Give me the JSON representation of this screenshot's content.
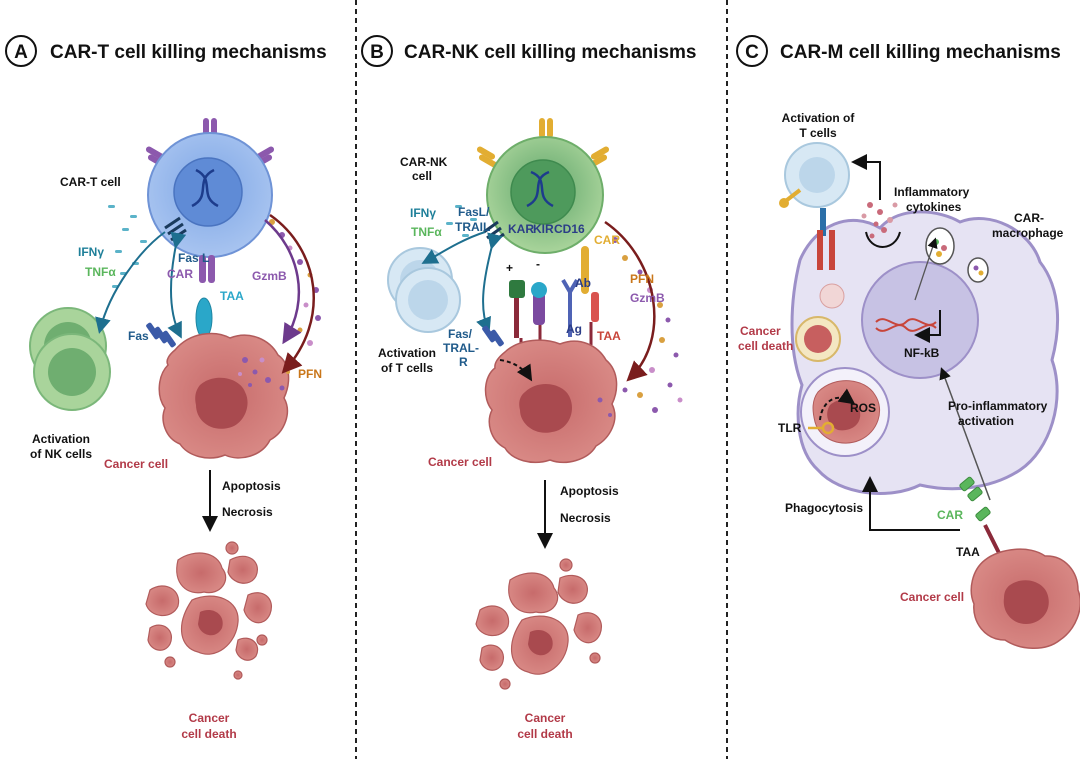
{
  "panels": [
    {
      "letter": "A",
      "title": "CAR-T cell killing mechanisms"
    },
    {
      "letter": "B",
      "title": "CAR-NK cell killing mechanisms"
    },
    {
      "letter": "C",
      "title": "CAR-M cell killing mechanisms"
    }
  ],
  "panel_a": {
    "car_t_cell": "CAR-T cell",
    "ifn": "IFNγ",
    "tnf": "TNFα",
    "fasl": "Fas L",
    "car": "CAR",
    "taa": "TAA",
    "gzmb": "GzmB",
    "fas": "Fas",
    "pfn": "PFN",
    "activation_1": "Activation",
    "activation_2": "of NK cells",
    "cancer_cell": "Cancer cell",
    "apoptosis": "Apoptosis",
    "necrosis": "Necrosis",
    "death_1": "Cancer",
    "death_2": "cell death"
  },
  "panel_b": {
    "car_nk_1": "CAR-NK",
    "car_nk_2": "cell",
    "ifn": "IFNγ",
    "tnf": "TNFα",
    "fasl_1": "FasL/",
    "fasl_2": "TRAIL",
    "kar": "KAR",
    "kir": "KIR",
    "cd16": "CD16",
    "car": "CAR",
    "plus": "+",
    "minus": "-",
    "ab": "Ab",
    "ag": "Ag",
    "pfn": "PFN",
    "gzmb": "GzmB",
    "taa": "TAA",
    "fas_1": "Fas/",
    "fas_2": "TRAL-",
    "fas_3": "R",
    "activation_1": "Activation",
    "activation_2": "of T cells",
    "cancer_cell": "Cancer cell",
    "apoptosis": "Apoptosis",
    "necrosis": "Necrosis",
    "death_1": "Cancer",
    "death_2": "cell death"
  },
  "panel_c": {
    "activation_1": "Activation of",
    "activation_2": "T cells",
    "cytokines_1": "Inflammatory",
    "cytokines_2": "cytokines",
    "macrophage_1": "CAR-",
    "macrophage_2": "macrophage",
    "death_1": "Cancer",
    "death_2": "cell death",
    "nfkb": "NF-kB",
    "ros": "ROS",
    "tlr": "TLR",
    "pro_1": "Pro-inflammatory",
    "pro_2": "activation",
    "phagocytosis": "Phagocytosis",
    "car": "CAR",
    "taa": "TAA",
    "cancer_cell": "Cancer cell"
  }
}
